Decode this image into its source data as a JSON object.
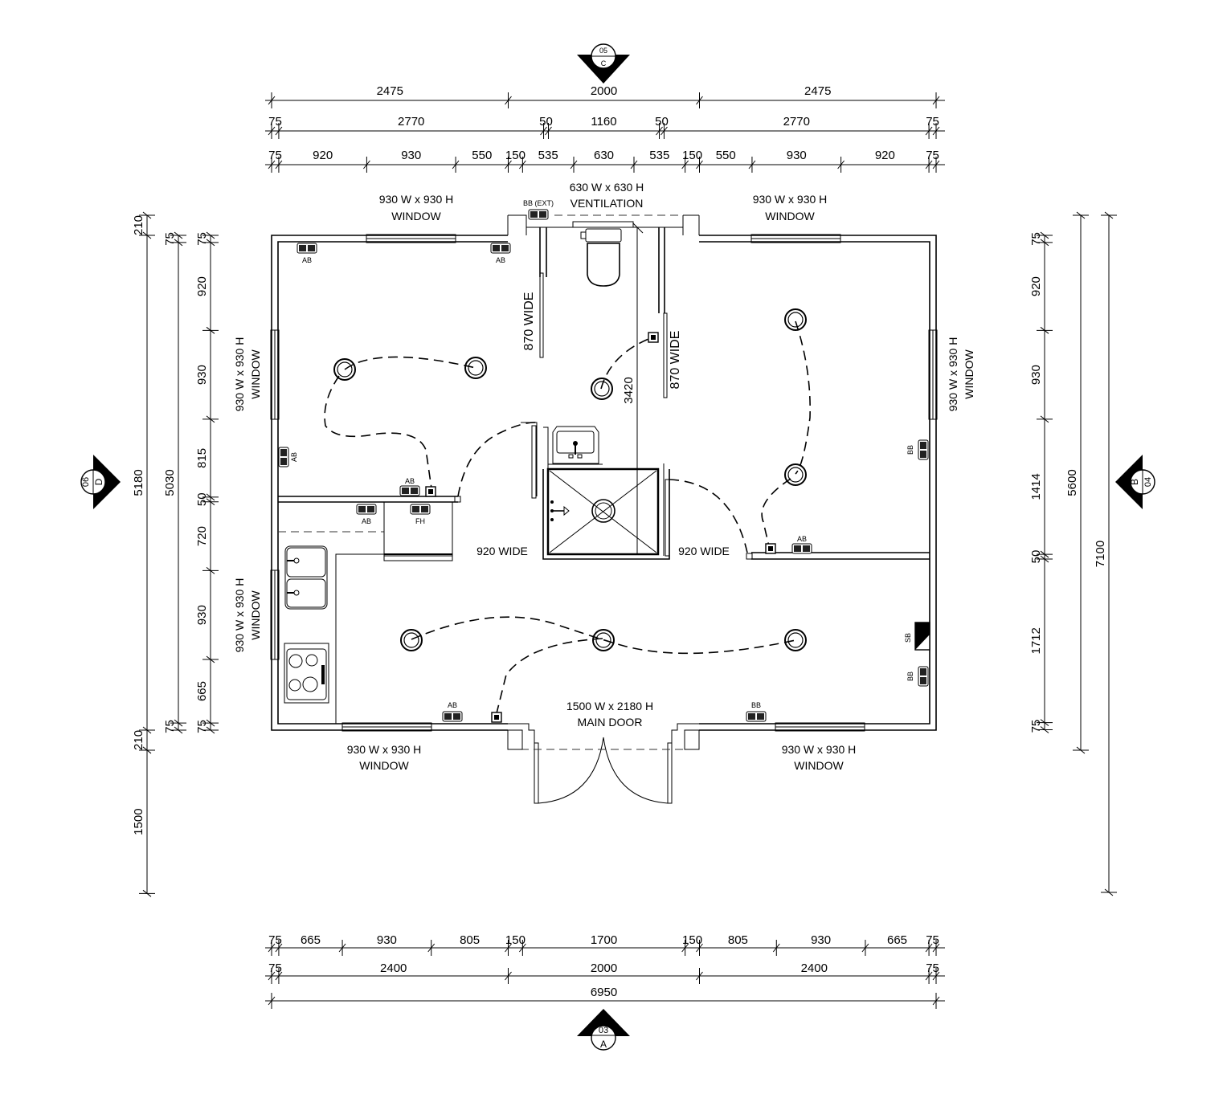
{
  "section_markers": [
    {
      "number": "05",
      "letter": "C"
    },
    {
      "number": "03",
      "letter": "A"
    },
    {
      "number": "06",
      "letter": "D"
    },
    {
      "number": "04",
      "letter": "B"
    }
  ],
  "dimensions": {
    "top_row1": [
      "2475",
      "2000",
      "2475"
    ],
    "top_row2": [
      "75",
      "2770",
      "50",
      "1160",
      "50",
      "2770",
      "75"
    ],
    "top_row3": [
      "75",
      "920",
      "930",
      "550",
      "150",
      "535",
      "630",
      "535",
      "150",
      "550",
      "930",
      "920",
      "75"
    ],
    "bottom_row1": [
      "75",
      "665",
      "930",
      "805",
      "150",
      "1700",
      "150",
      "805",
      "930",
      "665",
      "75"
    ],
    "bottom_row2": [
      "75",
      "2400",
      "2000",
      "2400",
      "75"
    ],
    "bottom_overall": "6950",
    "left_outer": [
      "210",
      "5180",
      "210",
      "1500"
    ],
    "left_middle": [
      "75",
      "5030",
      "75"
    ],
    "left_inner": [
      "75",
      "920",
      "930",
      "815",
      "50",
      "720",
      "930",
      "665",
      "75"
    ],
    "right_inner": [
      "75",
      "920",
      "930",
      "1414",
      "50",
      "1712",
      "75"
    ],
    "right_middle": "5600",
    "right_outer": "7100",
    "internal": "3420"
  },
  "labels": {
    "window_size": "930 W x 930 H",
    "window": "WINDOW",
    "vent_size": "630 W x 630 H",
    "vent": "VENTILATION",
    "door_size": "1500 W x 2180 H",
    "door": "MAIN DOOR",
    "wide_870": "870  WIDE",
    "wide_920": "920 WIDE"
  },
  "outlets": {
    "ab": "AB",
    "bb": "BB",
    "bb_ext": "BB (EXT)",
    "fh": "FH",
    "sb": "SB"
  }
}
